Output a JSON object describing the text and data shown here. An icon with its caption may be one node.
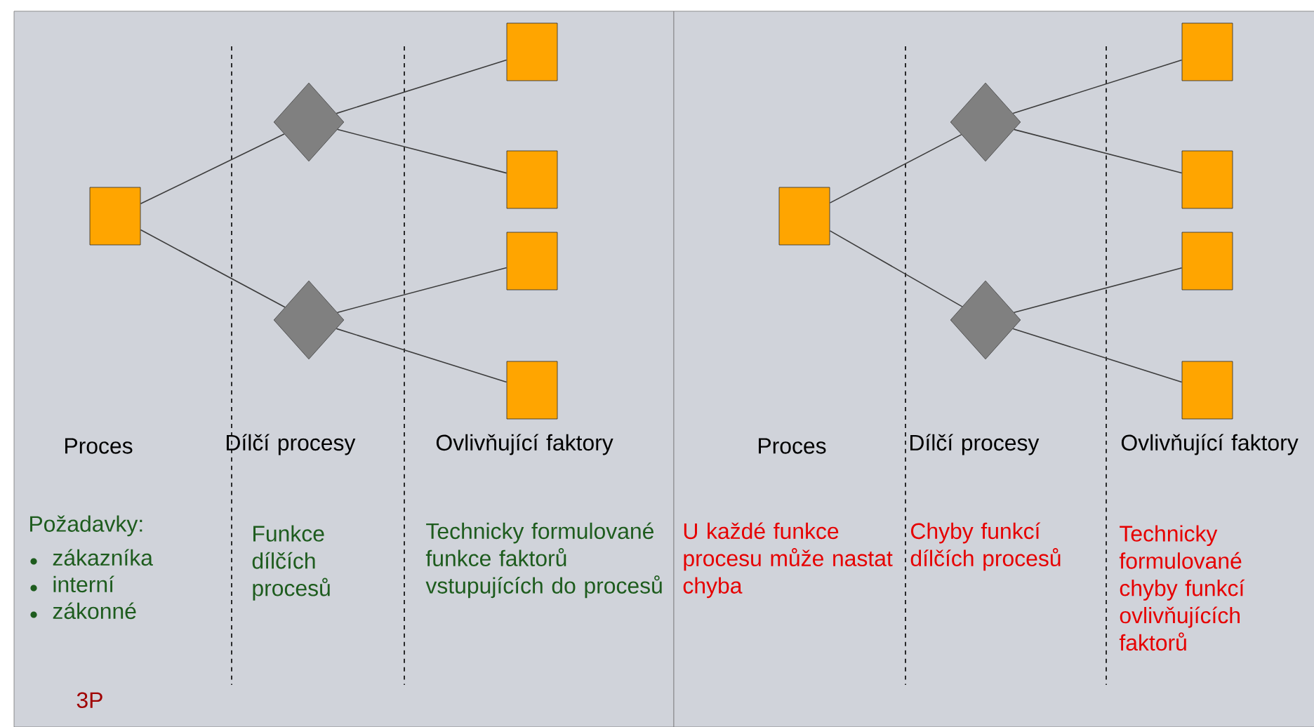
{
  "diagram": {
    "nodes": [
      {
        "text": [],
        "shape": "box"
      },
      {
        "text": [],
        "shape": "diamond"
      },
      {
        "text": [],
        "shape": "diamond"
      },
      {
        "text": [],
        "shape": "box"
      },
      {
        "text": [],
        "shape": "box"
      },
      {
        "text": [],
        "shape": "box"
      },
      {
        "text": [],
        "shape": "box"
      },
      {
        "text": [],
        "shape": "box"
      },
      {
        "text": [],
        "shape": "diamond"
      },
      {
        "text": [],
        "shape": "diamond"
      },
      {
        "text": [],
        "shape": "box"
      },
      {
        "text": [],
        "shape": "box"
      },
      {
        "text": [],
        "shape": "box"
      },
      {
        "text": [],
        "shape": "box"
      }
    ],
    "edges": [
      {
        "from": 0,
        "to": 1,
        "arrow": "none"
      },
      {
        "from": 0,
        "to": 2,
        "arrow": "none"
      },
      {
        "from": 1,
        "to": 3,
        "arrow": "none"
      },
      {
        "from": 1,
        "to": 4,
        "arrow": "none"
      },
      {
        "from": 2,
        "to": 5,
        "arrow": "none"
      },
      {
        "from": 2,
        "to": 6,
        "arrow": "none"
      },
      {
        "from": 7,
        "to": 8,
        "arrow": "none"
      },
      {
        "from": 7,
        "to": 9,
        "arrow": "none"
      },
      {
        "from": 8,
        "to": 10,
        "arrow": "none"
      },
      {
        "from": 8,
        "to": 11,
        "arrow": "none"
      },
      {
        "from": 9,
        "to": 12,
        "arrow": "none"
      },
      {
        "from": 9,
        "to": 13,
        "arrow": "none"
      }
    ],
    "labels": [
      "Proces",
      "Dílčí procesy",
      "Ovlivňující faktory",
      "Požadavky:",
      "zákazníka",
      "interní",
      "zákonné",
      "Funkce dílčích procesů",
      "Technicky formulované funkce faktorů vstupujících do procesů",
      "3P",
      "Proces",
      "Dílčí procesy",
      "Ovlivňující faktory",
      "U každé funkce procesu může nastat chyba",
      "Chyby funkcí dílčích procesů",
      "Technicky formulované chyby funkcí ovlivňujících faktorů"
    ]
  }
}
